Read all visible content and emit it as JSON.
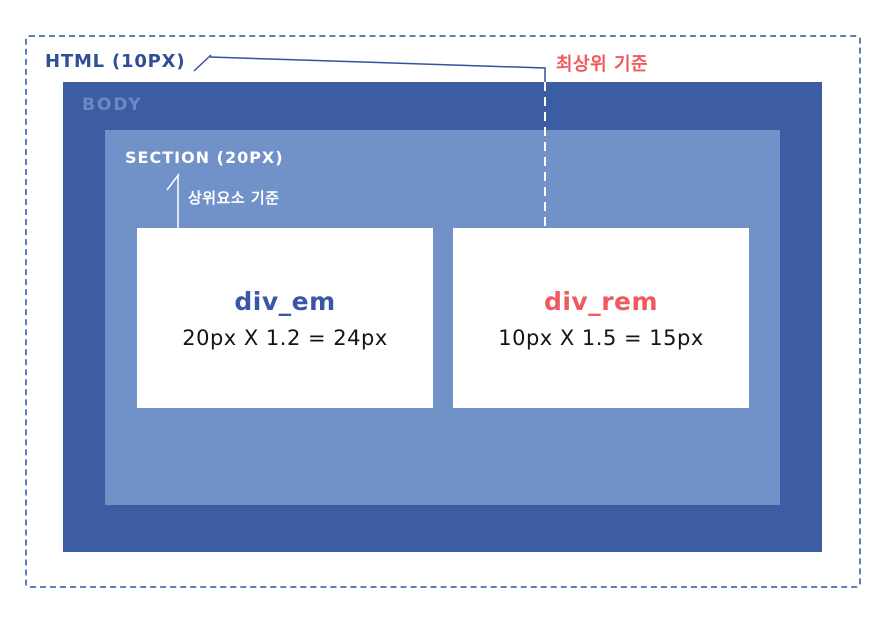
{
  "diagram": {
    "labels": {
      "html": "HTML (10PX)",
      "body": "BODY",
      "section": "SECTION (20PX)"
    },
    "annotations": {
      "root_reference": "최상위 기준",
      "parent_reference": "상위요소 기준"
    },
    "boxes": {
      "div_em": {
        "title": "div_em",
        "formula": "20px X 1.2 = 24px"
      },
      "div_rem": {
        "title": "div_rem",
        "formula": "10px X 1.5 = 15px"
      }
    },
    "colors": {
      "outer_dashed_border": "#5d7dbb",
      "body_background": "#3c5da4",
      "section_background": "#7191c9",
      "html_label_text": "#2f4f99",
      "body_label_text": "#6f88c4",
      "section_label_text": "#ffffff",
      "root_reference_text": "#f05a5f",
      "parent_reference_text": "#ffffff",
      "div_em_title_text": "#3a57a5",
      "div_rem_title_text": "#ee5a60",
      "formula_text": "#141414",
      "connector_blue": "#33539c",
      "connector_white": "#ffffff"
    }
  }
}
